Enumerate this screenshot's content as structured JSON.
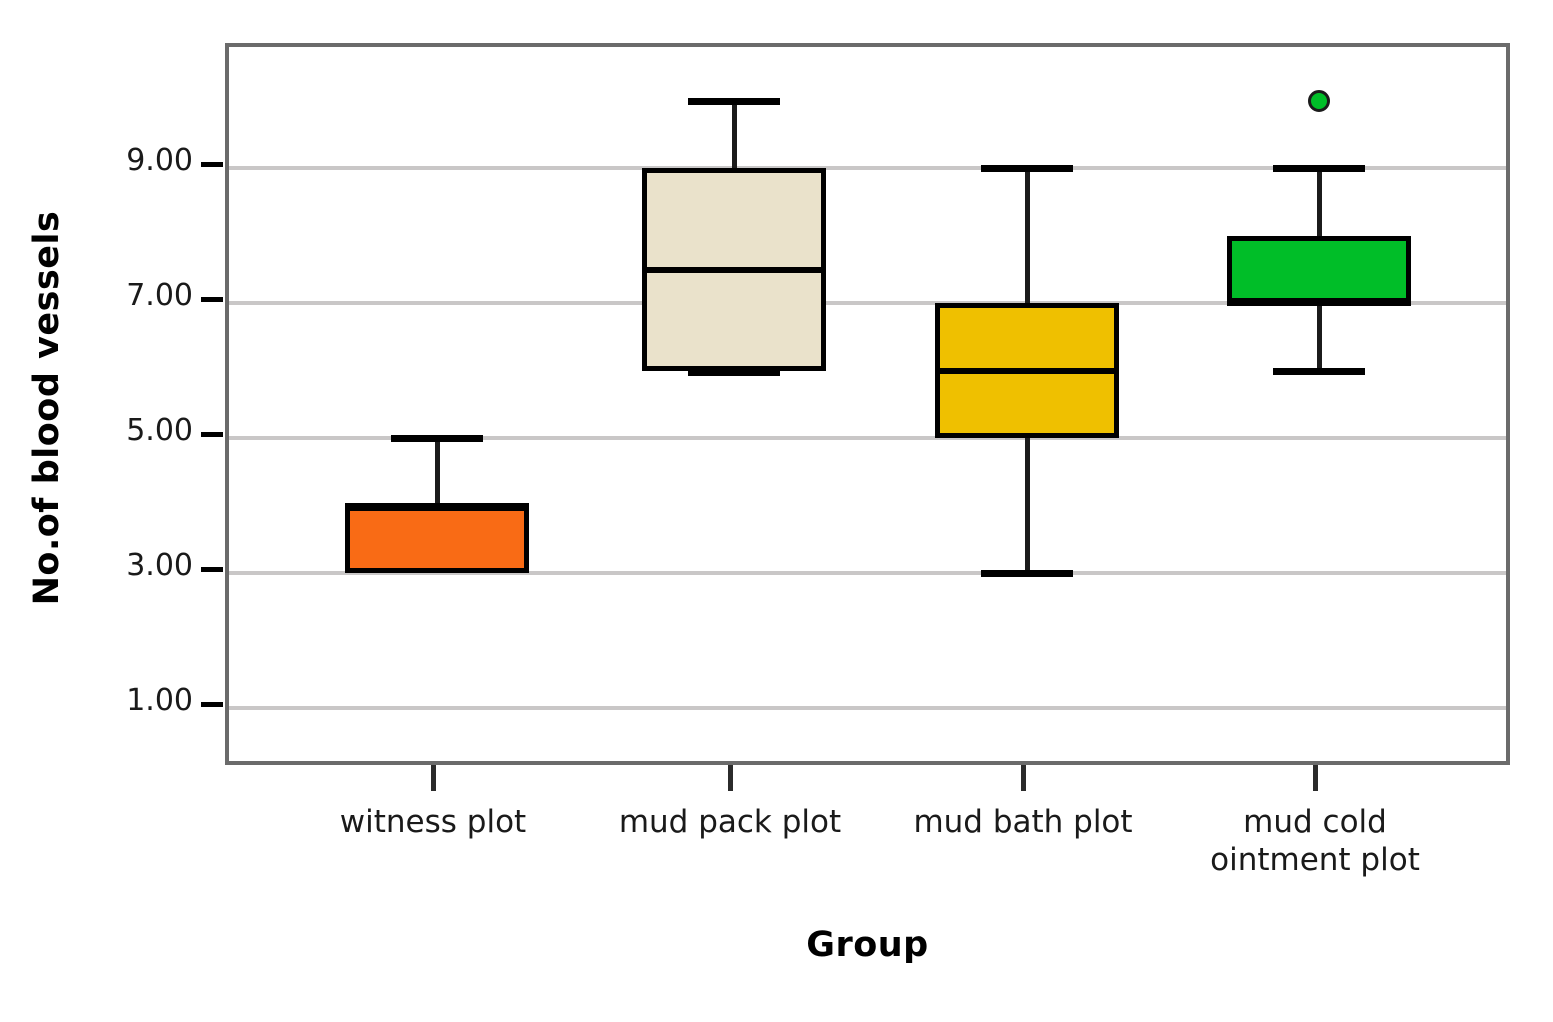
{
  "chart_data": {
    "type": "box",
    "title": "",
    "xlabel": "Group",
    "ylabel": "No.of blood vessels",
    "grid": true,
    "legend": "none",
    "ylim": [
      0.1,
      10.8
    ],
    "yticks": [
      "1.00",
      "3.00",
      "5.00",
      "7.00",
      "9.00"
    ],
    "ytick_values": [
      1,
      3,
      5,
      7,
      9
    ],
    "categories": [
      "witness plot",
      "mud pack plot",
      "mud bath plot",
      "mud cold ointment plot"
    ],
    "boxes": [
      {
        "name": "witness plot",
        "color": "#F96B15",
        "q1": 3.0,
        "median": 4.0,
        "q3": 4.0,
        "whisker_low": 3.0,
        "whisker_high": 5.0,
        "outliers": []
      },
      {
        "name": "mud pack plot",
        "color": "#EAE2CB",
        "q1": 6.0,
        "median": 7.5,
        "q3": 9.0,
        "whisker_low": 6.0,
        "whisker_high": 10.0,
        "outliers": []
      },
      {
        "name": "mud bath plot",
        "color": "#EFC000",
        "q1": 5.0,
        "median": 6.0,
        "q3": 7.0,
        "whisker_low": 3.0,
        "whisker_high": 9.0,
        "outliers": []
      },
      {
        "name": "mud cold ointment plot",
        "color": "#00BE28",
        "q1": 7.0,
        "median": 7.0,
        "q3": 8.0,
        "whisker_low": 6.0,
        "whisker_high": 9.0,
        "outliers": [
          10.0
        ]
      }
    ],
    "category_labels": [
      {
        "line1": "witness plot",
        "line2": ""
      },
      {
        "line1": "mud pack plot",
        "line2": ""
      },
      {
        "line1": "mud bath plot",
        "line2": ""
      },
      {
        "line1": "mud cold",
        "line2": "ointment plot"
      }
    ]
  }
}
